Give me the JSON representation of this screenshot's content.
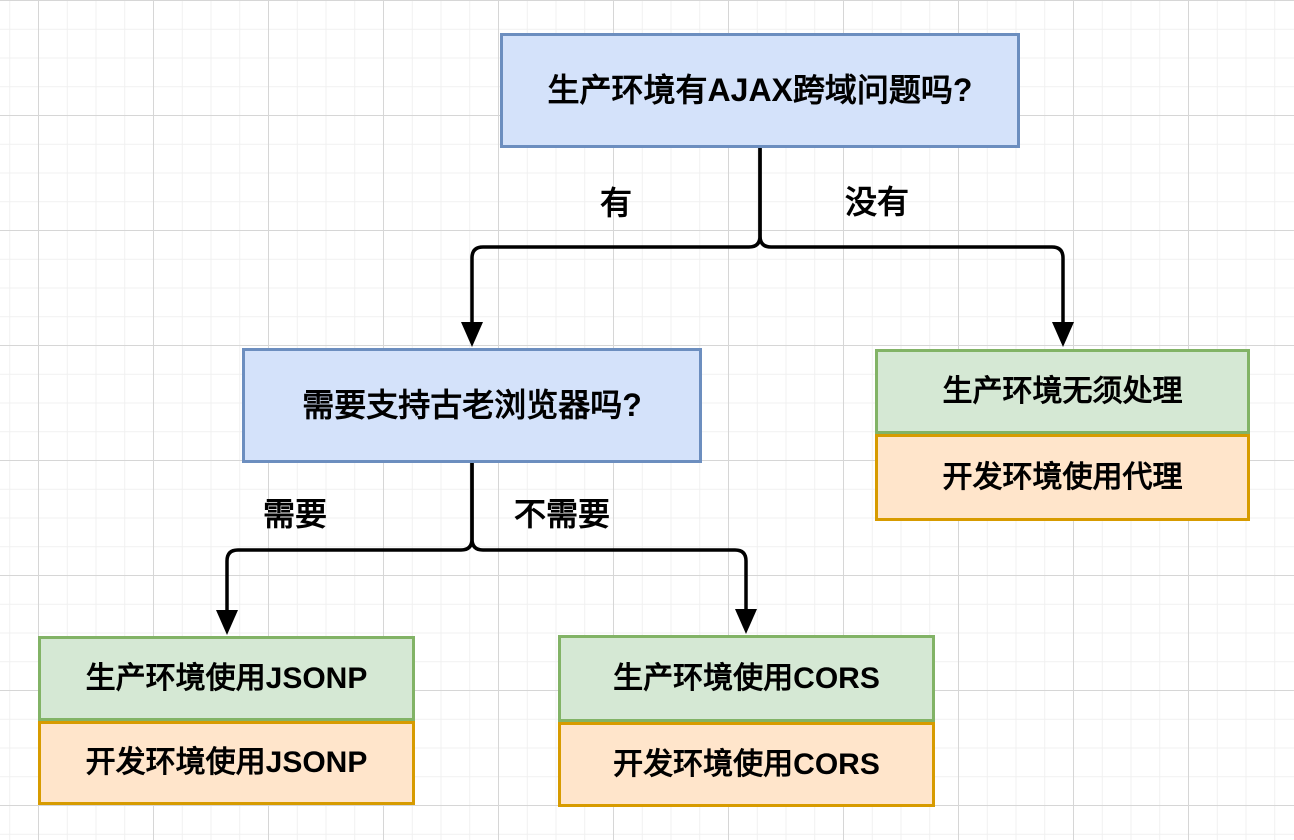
{
  "flowchart": {
    "nodes": {
      "root_question": "生产环境有AJAX跨域问题吗?",
      "browser_question": "需要支持古老浏览器吗?",
      "no_issue_production": "生产环境无须处理",
      "no_issue_development": "开发环境使用代理",
      "jsonp_production": "生产环境使用JSONP",
      "jsonp_development": "开发环境使用JSONP",
      "cors_production": "生产环境使用CORS",
      "cors_development": "开发环境使用CORS"
    },
    "edge_labels": {
      "has_issue": "有",
      "no_issue": "没有",
      "need_support": "需要",
      "no_need_support": "不需要"
    },
    "colors": {
      "question_fill": "#d4e2fa",
      "question_stroke": "#6c8ebf",
      "production_fill": "#d5e8d4",
      "production_stroke": "#82b366",
      "development_fill": "#ffe5cb",
      "development_stroke": "#d79b00",
      "connector": "#000000",
      "grid_minor": "#f0f0f0",
      "grid_major": "#d6d6d6"
    }
  }
}
